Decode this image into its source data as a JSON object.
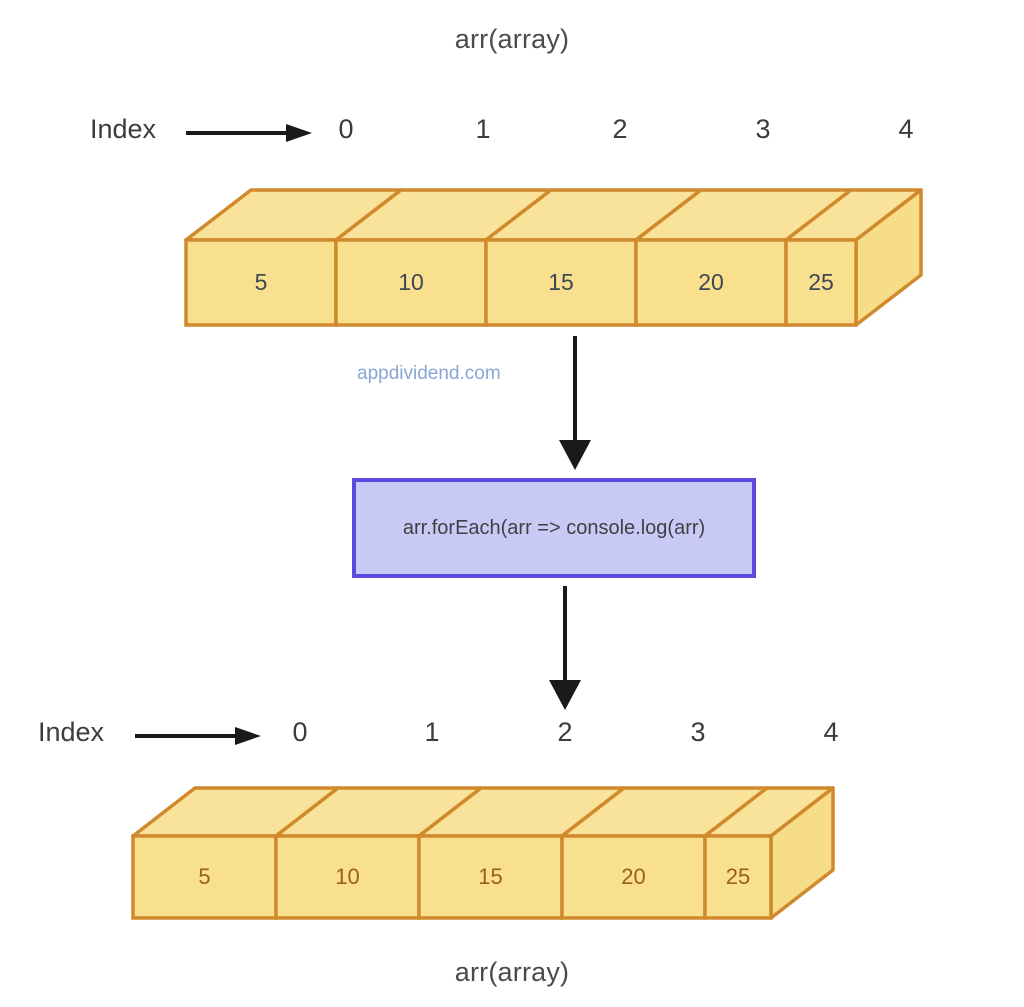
{
  "diagram": {
    "title_top": "arr(array)",
    "title_bottom": "arr(array)",
    "watermark": "appdividend.com",
    "index_label": "Index",
    "code_text": "arr.forEach(arr => console.log(arr)",
    "colors": {
      "cell_fill": "#f8e08e",
      "cell_top_fill": "#f9e39a",
      "cell_side_fill": "#f7dd88",
      "cell_border": "#d08a2c",
      "value_text_top": "#3f4654",
      "value_text_bottom": "#9c5e1e",
      "code_fill": "#c8caf5",
      "code_border": "#5a4ae0",
      "arrow": "#1a1a1a",
      "watermark": "#8aa6d6",
      "label_text": "#3b3b40",
      "background": "#ffffff"
    }
  },
  "chart_data": {
    "type": "diagram",
    "title": "arr(array) forEach traversal",
    "arrays": [
      {
        "name": "input-array",
        "label": "arr(array)",
        "index_label": "Index",
        "indices": [
          "0",
          "1",
          "2",
          "3",
          "4"
        ],
        "values": [
          "5",
          "10",
          "15",
          "20",
          "25"
        ]
      },
      {
        "name": "output-array",
        "label": "arr(array)",
        "index_label": "Index",
        "indices": [
          "0",
          "1",
          "2",
          "3",
          "4"
        ],
        "values": [
          "5",
          "10",
          "15",
          "20",
          "25"
        ]
      }
    ],
    "operation": "arr.forEach(arr => console.log(arr)",
    "flow": [
      "input-array",
      "operation",
      "output-array"
    ]
  },
  "top_array": {
    "indices": [
      "0",
      "1",
      "2",
      "3",
      "4"
    ],
    "values": [
      "5",
      "10",
      "15",
      "20",
      "25"
    ]
  },
  "bottom_array": {
    "indices": [
      "0",
      "1",
      "2",
      "3",
      "4"
    ],
    "values": [
      "5",
      "10",
      "15",
      "20",
      "25"
    ]
  }
}
